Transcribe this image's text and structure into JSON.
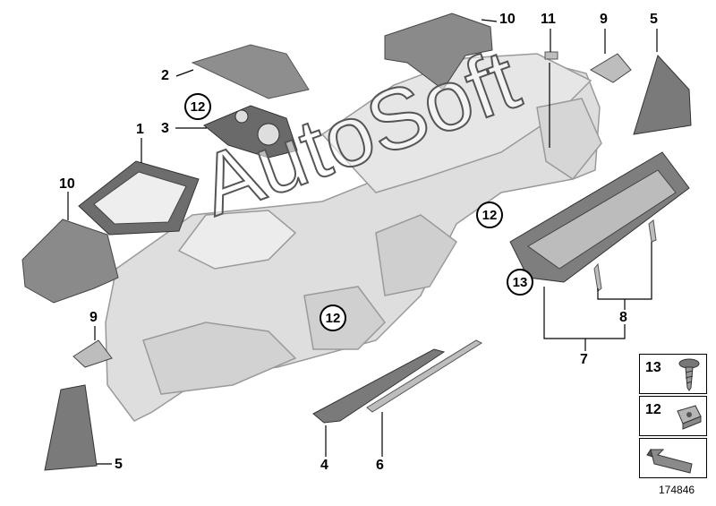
{
  "labels": {
    "n1": "1",
    "n2": "2",
    "n3": "3",
    "n4": "4",
    "n5a": "5",
    "n5b": "5",
    "n6": "6",
    "n7": "7",
    "n8": "8",
    "n9a": "9",
    "n9b": "9",
    "n10a": "10",
    "n10b": "10",
    "n11": "11",
    "c12a": "12",
    "c12b": "12",
    "c12c": "12",
    "c13": "13"
  },
  "legend": {
    "item13": "13",
    "item12": "12"
  },
  "watermark": "AutoSoft",
  "doc_number": "174846",
  "colors": {
    "part_fill": "#8a8a8a",
    "part_dark": "#5a5a5a",
    "dash_fill": "#dcdcdc",
    "dash_line": "#9c9c9c",
    "leader": "#000000"
  }
}
